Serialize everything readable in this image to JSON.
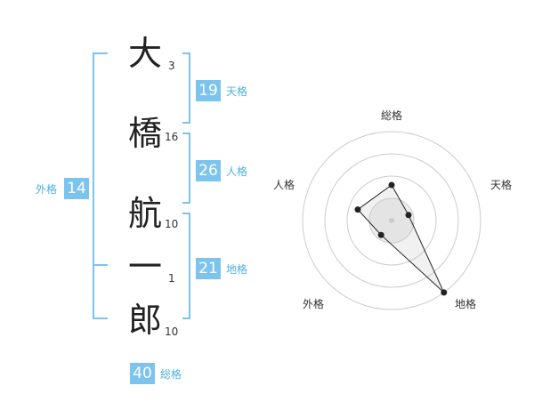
{
  "name": {
    "characters": [
      {
        "char": "大",
        "strokes": "3"
      },
      {
        "char": "橋",
        "strokes": "16"
      },
      {
        "char": "航",
        "strokes": "10"
      },
      {
        "char": "一",
        "strokes": "1"
      },
      {
        "char": "郎",
        "strokes": "10"
      }
    ]
  },
  "fortunes": {
    "tenkaku": {
      "value": "19",
      "label": "天格"
    },
    "jinkaku": {
      "value": "26",
      "label": "人格"
    },
    "chikaku": {
      "value": "21",
      "label": "地格"
    },
    "gaikaku": {
      "value": "14",
      "label": "外格"
    },
    "soukaku": {
      "value": "40",
      "label": "総格"
    }
  },
  "colors": {
    "accent": "#7cc4ee",
    "label": "#4fb0e3",
    "bracket": "#7cc4ee"
  },
  "chart_data": {
    "type": "radar",
    "axes": [
      "総格",
      "天格",
      "地格",
      "外格",
      "人格"
    ],
    "values": [
      2,
      1,
      5,
      1,
      2
    ],
    "rlim": [
      0,
      5
    ],
    "rings": 4
  }
}
